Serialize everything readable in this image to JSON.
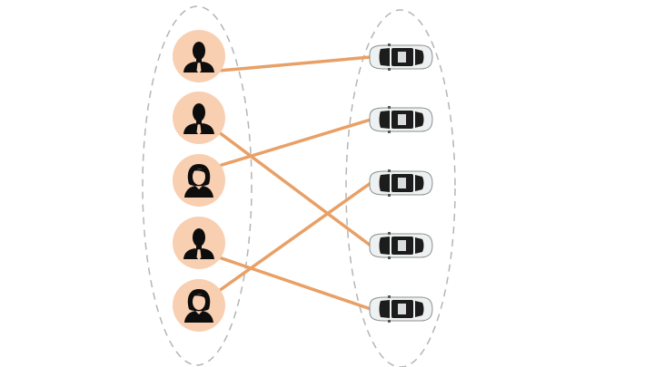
{
  "colors": {
    "link": "#e8a066",
    "person_bg": "#f8cfb1",
    "silhouette": "#0d0d0d",
    "group_outline": "#b5b5b5",
    "car_body": "#eef1f1",
    "car_glass": "#1c1c1c"
  },
  "people": [
    {
      "id": "p1",
      "icon": "man-icon"
    },
    {
      "id": "p2",
      "icon": "man-icon"
    },
    {
      "id": "p3",
      "icon": "woman-icon"
    },
    {
      "id": "p4",
      "icon": "man-icon"
    },
    {
      "id": "p5",
      "icon": "woman-icon"
    }
  ],
  "cars": [
    {
      "id": "c1",
      "icon": "car-icon"
    },
    {
      "id": "c2",
      "icon": "car-icon"
    },
    {
      "id": "c3",
      "icon": "car-icon"
    },
    {
      "id": "c4",
      "icon": "car-icon"
    },
    {
      "id": "c5",
      "icon": "car-icon"
    }
  ],
  "links": [
    {
      "from": "p1",
      "to": "c1"
    },
    {
      "from": "p2",
      "to": "c4"
    },
    {
      "from": "p3",
      "to": "c2"
    },
    {
      "from": "p4",
      "to": "c5"
    },
    {
      "from": "p5",
      "to": "c3"
    }
  ]
}
